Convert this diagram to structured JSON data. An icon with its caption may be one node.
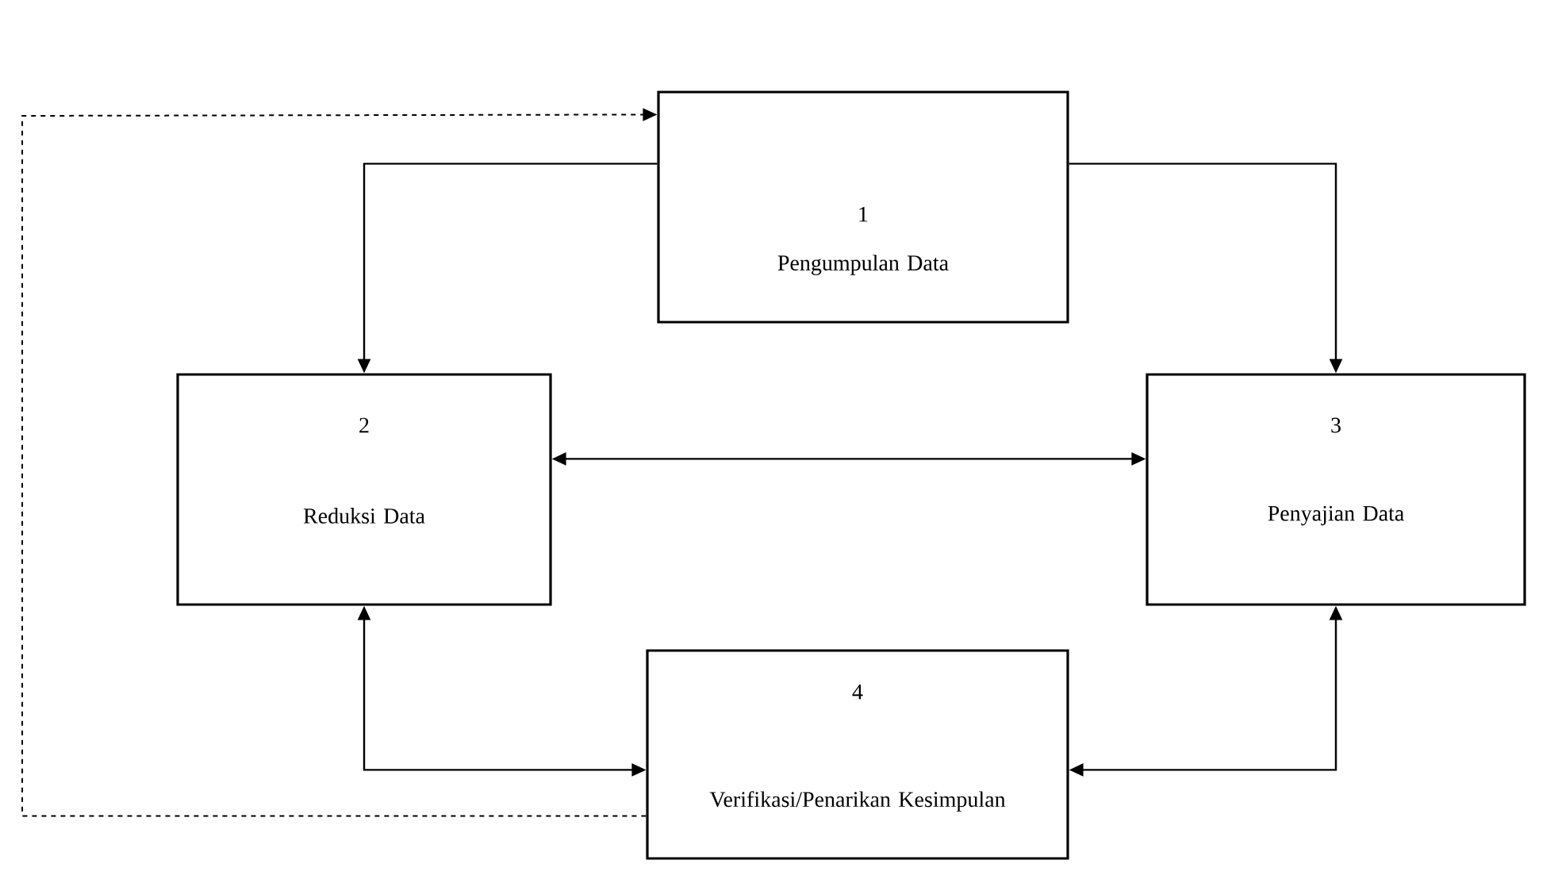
{
  "diagram": {
    "nodes": [
      {
        "text": [
          "1",
          "Pengumpulan Data"
        ]
      },
      {
        "text": [
          "2",
          "Reduksi Data"
        ]
      },
      {
        "text": [
          "3",
          "Penyajian Data"
        ]
      },
      {
        "text": [
          "4",
          "Verifikasi/Penarikan Kesimpulan"
        ]
      }
    ],
    "edges": [
      {
        "from": 0,
        "to": 1,
        "arrow": "to"
      },
      {
        "from": 0,
        "to": 2,
        "arrow": "to"
      },
      {
        "from": 1,
        "to": 2,
        "arrow": "both"
      },
      {
        "from": 3,
        "to": 1,
        "arrow": "both"
      },
      {
        "from": 3,
        "to": 2,
        "arrow": "both"
      },
      {
        "from": 3,
        "to": 0,
        "arrow": "to",
        "style": "dashed"
      }
    ]
  }
}
